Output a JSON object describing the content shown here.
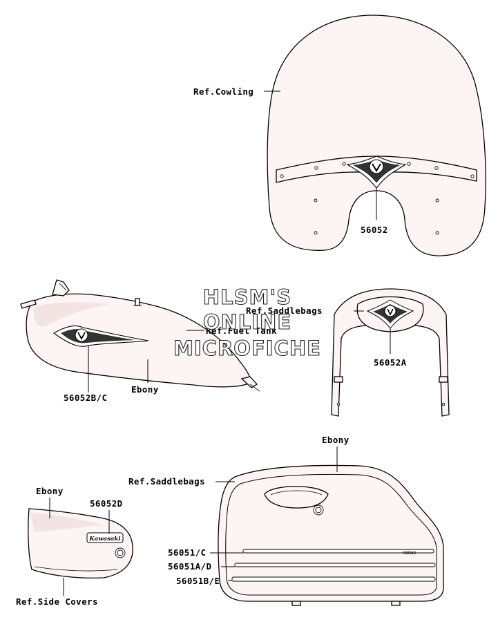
{
  "watermark": {
    "line1": "HLSM'S",
    "line2": "ONLINE",
    "line3": "MICROFICHE"
  },
  "labels": {
    "ref_cowling": "Ref.Cowling",
    "part_56052": "56052",
    "ref_saddlebags_top": "Ref.Saddlebags",
    "ref_fuel_tank": "Ref.Fuel Tank",
    "part_56052a": "56052A",
    "part_56052bc": "56052B/C",
    "ebony_tank": "Ebony",
    "ebony_saddlebag": "Ebony",
    "ref_saddlebags_bottom": "Ref.Saddlebags",
    "ebony_side_cover": "Ebony",
    "part_56052d": "56052D",
    "part_56051c": "56051/C",
    "part_56051ad": "56051A/D",
    "part_56051be": "56051B/E",
    "ref_side_covers": "Ref.Side Covers",
    "side_cover_emblem_text": "Kawasaki",
    "saddlebag_emblem_text": "NOMAD"
  },
  "colors": {
    "part_fill": "#fdf4f4",
    "outline": "#000000"
  }
}
